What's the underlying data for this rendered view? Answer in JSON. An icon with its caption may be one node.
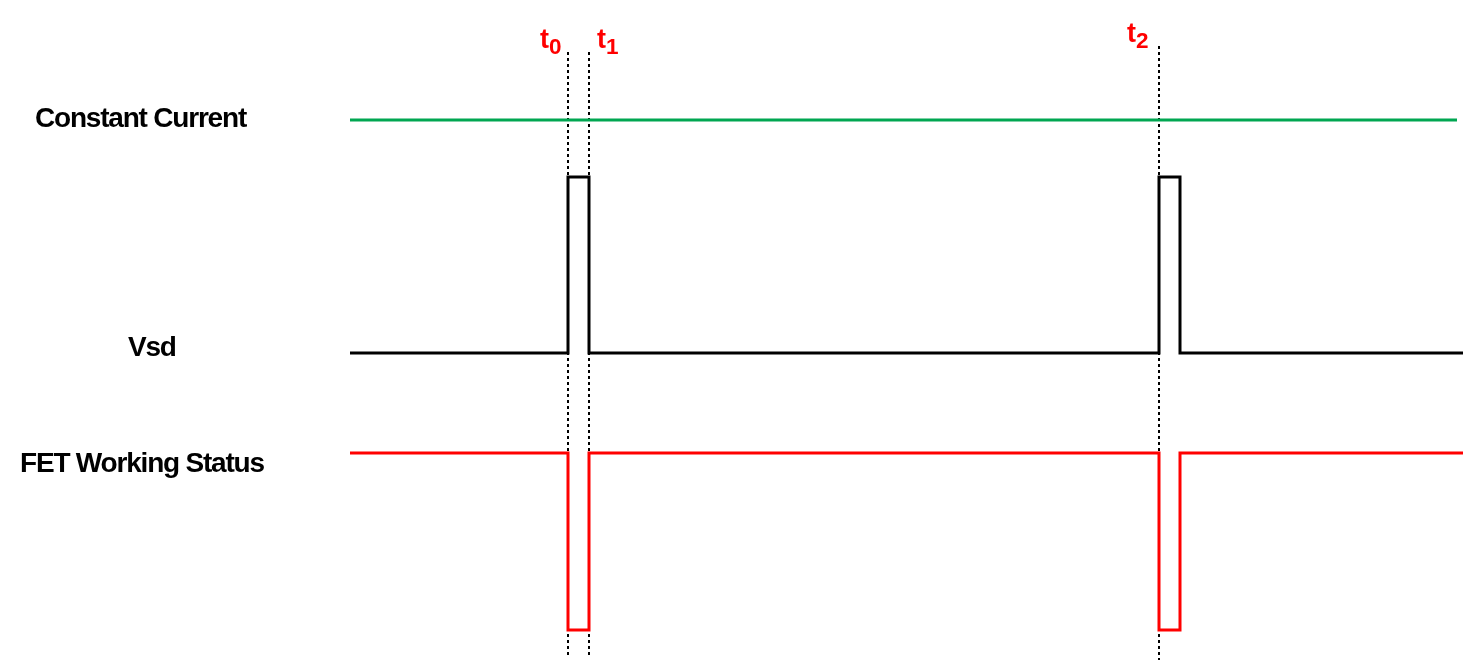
{
  "diagram": {
    "labels": [
      "t$_{0}$",
      "t$_{1}$",
      "t$_{2}$",
      "Constant Current",
      "Vsd",
      "FET Working Status"
    ]
  }
}
